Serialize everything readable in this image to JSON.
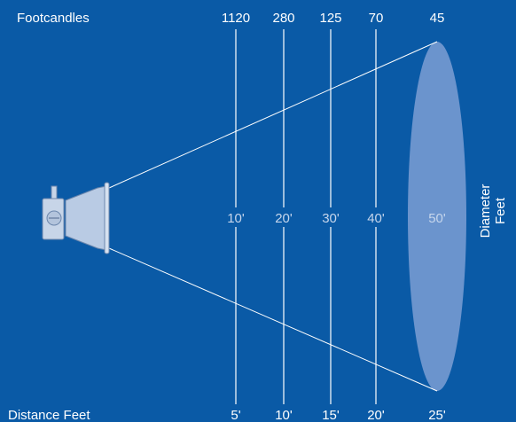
{
  "title_label": "Footcandles",
  "axis_label": "Distance Feet",
  "side_label": {
    "line1": "Diameter",
    "line2": "Feet"
  },
  "stations": [
    {
      "footcandles": "1120",
      "diameter": "10'",
      "distance": "5'"
    },
    {
      "footcandles": "280",
      "diameter": "20'",
      "distance": "10'"
    },
    {
      "footcandles": "125",
      "diameter": "30'",
      "distance": "15'"
    },
    {
      "footcandles": "70",
      "diameter": "40'",
      "distance": "20'"
    },
    {
      "footcandles": "45",
      "diameter": "50'",
      "distance": "25'"
    }
  ],
  "colors": {
    "background": "#0a5aa6",
    "lines": "#ffffff",
    "beam_ellipse": "#7d9fd3",
    "diameter_text": "#c6d6ec"
  },
  "icons": [
    "spotlight-icon"
  ]
}
